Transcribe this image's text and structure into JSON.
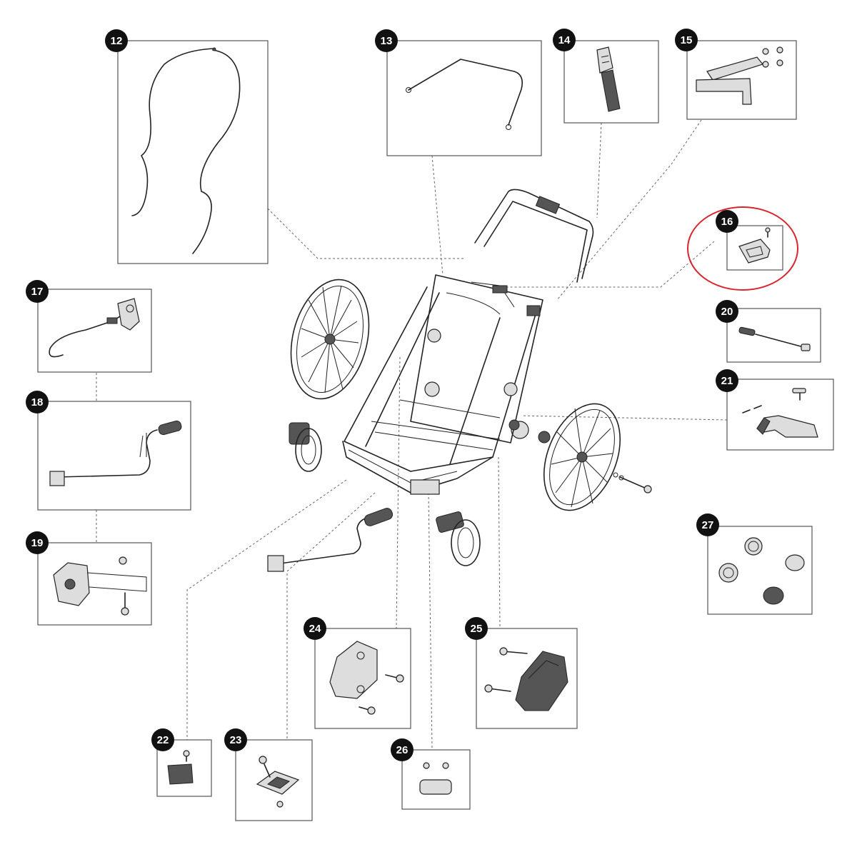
{
  "diagram": {
    "parts": [
      {
        "number": "12",
        "icon": "support-wire-icon"
      },
      {
        "number": "13",
        "icon": "frame-rod-icon"
      },
      {
        "number": "14",
        "icon": "strap-buckle-icon"
      },
      {
        "number": "15",
        "icon": "bracket-plate-icon"
      },
      {
        "number": "16",
        "icon": "clip-icon",
        "highlighted": true
      },
      {
        "number": "17",
        "icon": "safety-leash-icon"
      },
      {
        "number": "18",
        "icon": "tow-arm-icon"
      },
      {
        "number": "19",
        "icon": "hitch-cup-icon"
      },
      {
        "number": "20",
        "icon": "axle-pin-icon"
      },
      {
        "number": "21",
        "icon": "brake-handle-icon"
      },
      {
        "number": "22",
        "icon": "reflector-icon"
      },
      {
        "number": "23",
        "icon": "mount-plate-icon"
      },
      {
        "number": "24",
        "icon": "side-plate-left-icon"
      },
      {
        "number": "25",
        "icon": "side-plate-right-icon"
      },
      {
        "number": "26",
        "icon": "front-reflector-icon"
      },
      {
        "number": "27",
        "icon": "wheel-caps-icon"
      }
    ],
    "highlight_color": "#d9262c",
    "line_color": "#333333"
  }
}
